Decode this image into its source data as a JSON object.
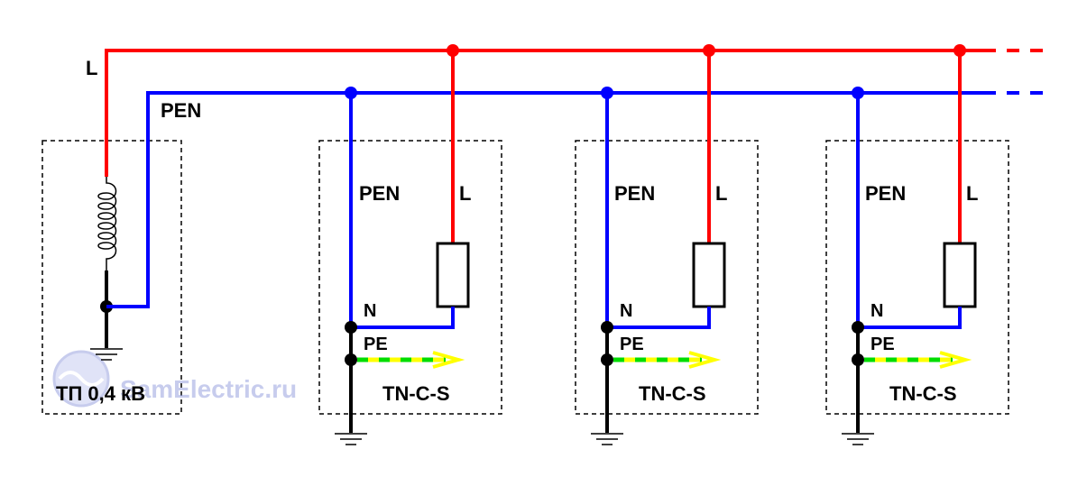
{
  "colors": {
    "phase": "#ff0000",
    "pen": "#0000ff",
    "ground": "#000000",
    "pe_yellow": "#ffff00",
    "pe_green": "#00dd00",
    "box_border": "#000000",
    "watermark": "#9aa3e0"
  },
  "bus": {
    "phase_label": "L",
    "pen_label": "PEN"
  },
  "source": {
    "label": "ТП 0,4 кВ"
  },
  "watermark": {
    "text": "SamElectric.ru"
  },
  "consumers": [
    {
      "pen_label": "PEN",
      "phase_label": "L",
      "n_label": "N",
      "pe_label": "PE",
      "system_label": "TN-C-S"
    },
    {
      "pen_label": "PEN",
      "phase_label": "L",
      "n_label": "N",
      "pe_label": "PE",
      "system_label": "TN-C-S"
    },
    {
      "pen_label": "PEN",
      "phase_label": "L",
      "n_label": "N",
      "pe_label": "PE",
      "system_label": "TN-C-S"
    }
  ]
}
